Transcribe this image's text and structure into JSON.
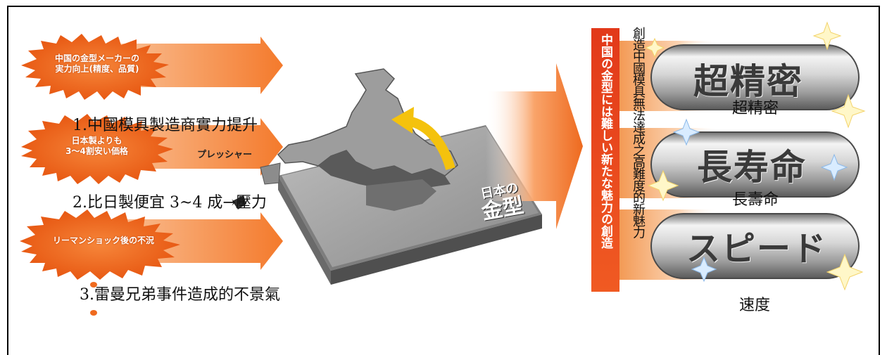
{
  "left": {
    "bursts": [
      {
        "line1": "中国の金型メーカーの",
        "line2": "実力向上(精度、品質)"
      },
      {
        "line1": "日本製よりも",
        "line2": "3〜4割安い価格"
      },
      {
        "line1": "リーマンショック後の不況",
        "line2": ""
      }
    ],
    "captions": [
      "1.中國模具製造商實力提升",
      "2.比日製便宜 3~4 成→壓力",
      "3.雷曼兄弟事件造成的不景氣"
    ],
    "pressure_label": "プレッシャー"
  },
  "map": {
    "label_line1": "日本の",
    "label_line2": "金型"
  },
  "right": {
    "banner_text": "中国の金型には難しい新たな魅力の創造",
    "vertical_caption": "創造中國模具無法達成之高難度的新魅力",
    "tubes": [
      {
        "label": "超精密",
        "caption": "超精密"
      },
      {
        "label": "長寿命",
        "caption": "長壽命"
      },
      {
        "label": "スピード",
        "caption": "速度"
      }
    ]
  },
  "colors": {
    "burst_orange": "#ef6a1e",
    "arrow_orange": "#f7a36a",
    "banner_red": "#e0401c",
    "map_gray": "#8e8e8e",
    "yellow_arrow": "#f4c20d"
  }
}
